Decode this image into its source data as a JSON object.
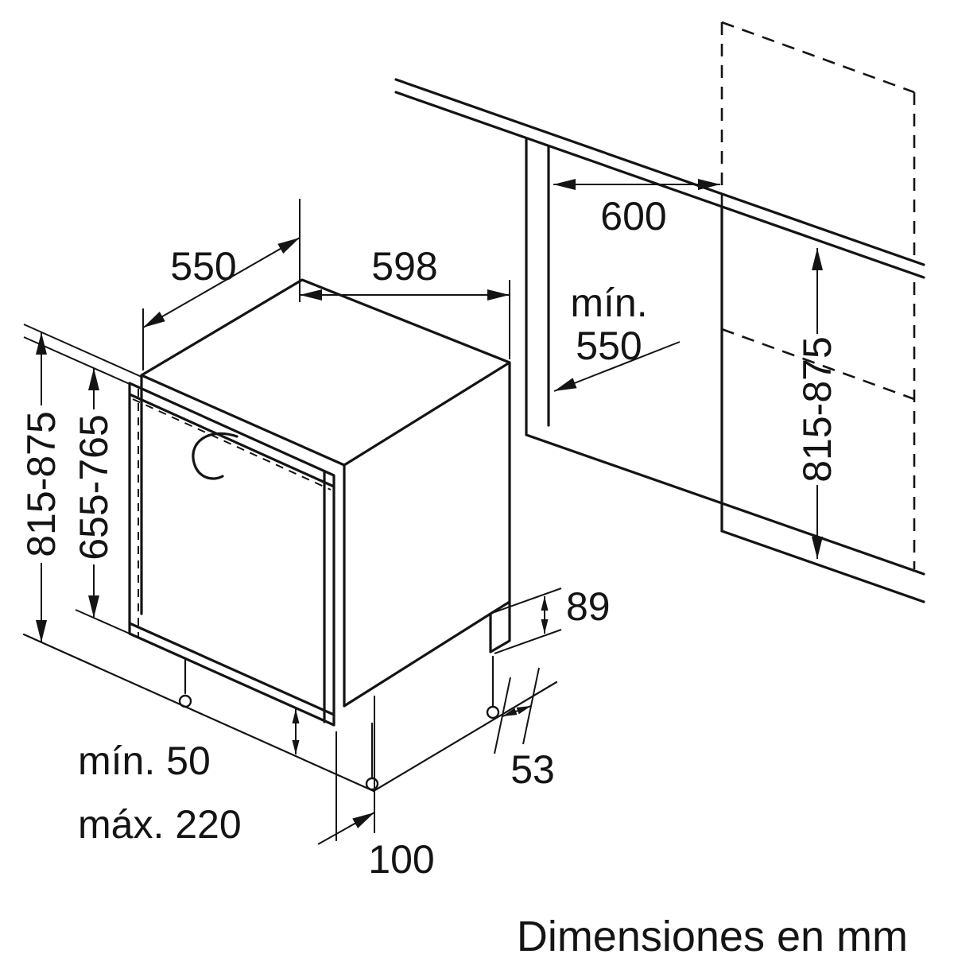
{
  "footer": {
    "label": "Dimensiones en mm"
  },
  "colors": {
    "line": "#141414",
    "background": "#ffffff"
  },
  "appliance": {
    "depth": "550",
    "width": "598",
    "height_range": "815-875",
    "door_height_range": "655-765",
    "base_clearance_min": "mín. 50",
    "base_clearance_max": "máx. 220",
    "toe_kick_depth": "100",
    "front_offset": "53",
    "base_step": "89"
  },
  "niche": {
    "width": "600",
    "depth_min_prefix": "mín.",
    "depth_min_value": "550",
    "height_range": "815-875"
  }
}
